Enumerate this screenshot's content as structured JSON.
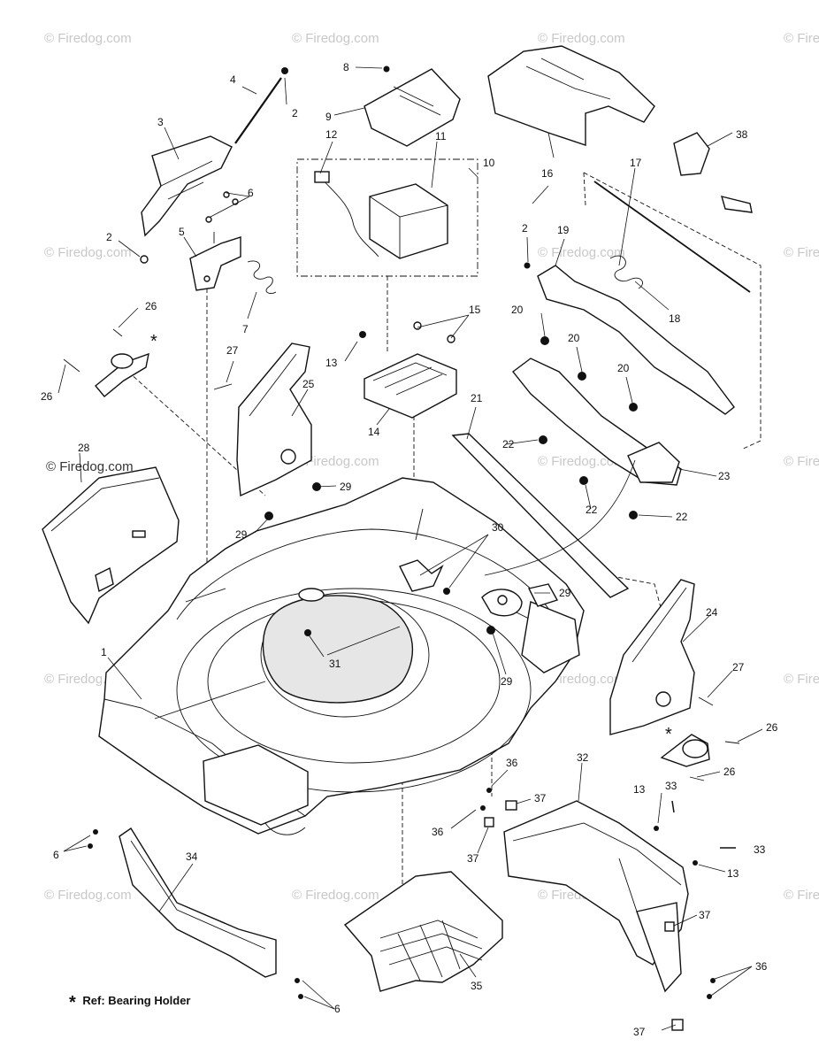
{
  "watermark": {
    "text": "© Firedog.com"
  },
  "callouts": [
    "1",
    "2",
    "3",
    "4",
    "5",
    "6",
    "7",
    "8",
    "9",
    "10",
    "11",
    "12",
    "13",
    "14",
    "15",
    "16",
    "17",
    "18",
    "19",
    "20",
    "21",
    "22",
    "23",
    "24",
    "25",
    "26",
    "27",
    "28",
    "29",
    "30",
    "31",
    "32",
    "33",
    "34",
    "35",
    "36",
    "37",
    "38"
  ],
  "bearing_marker": "*",
  "footnote": {
    "marker": "*",
    "text": "Ref: Bearing Holder"
  }
}
